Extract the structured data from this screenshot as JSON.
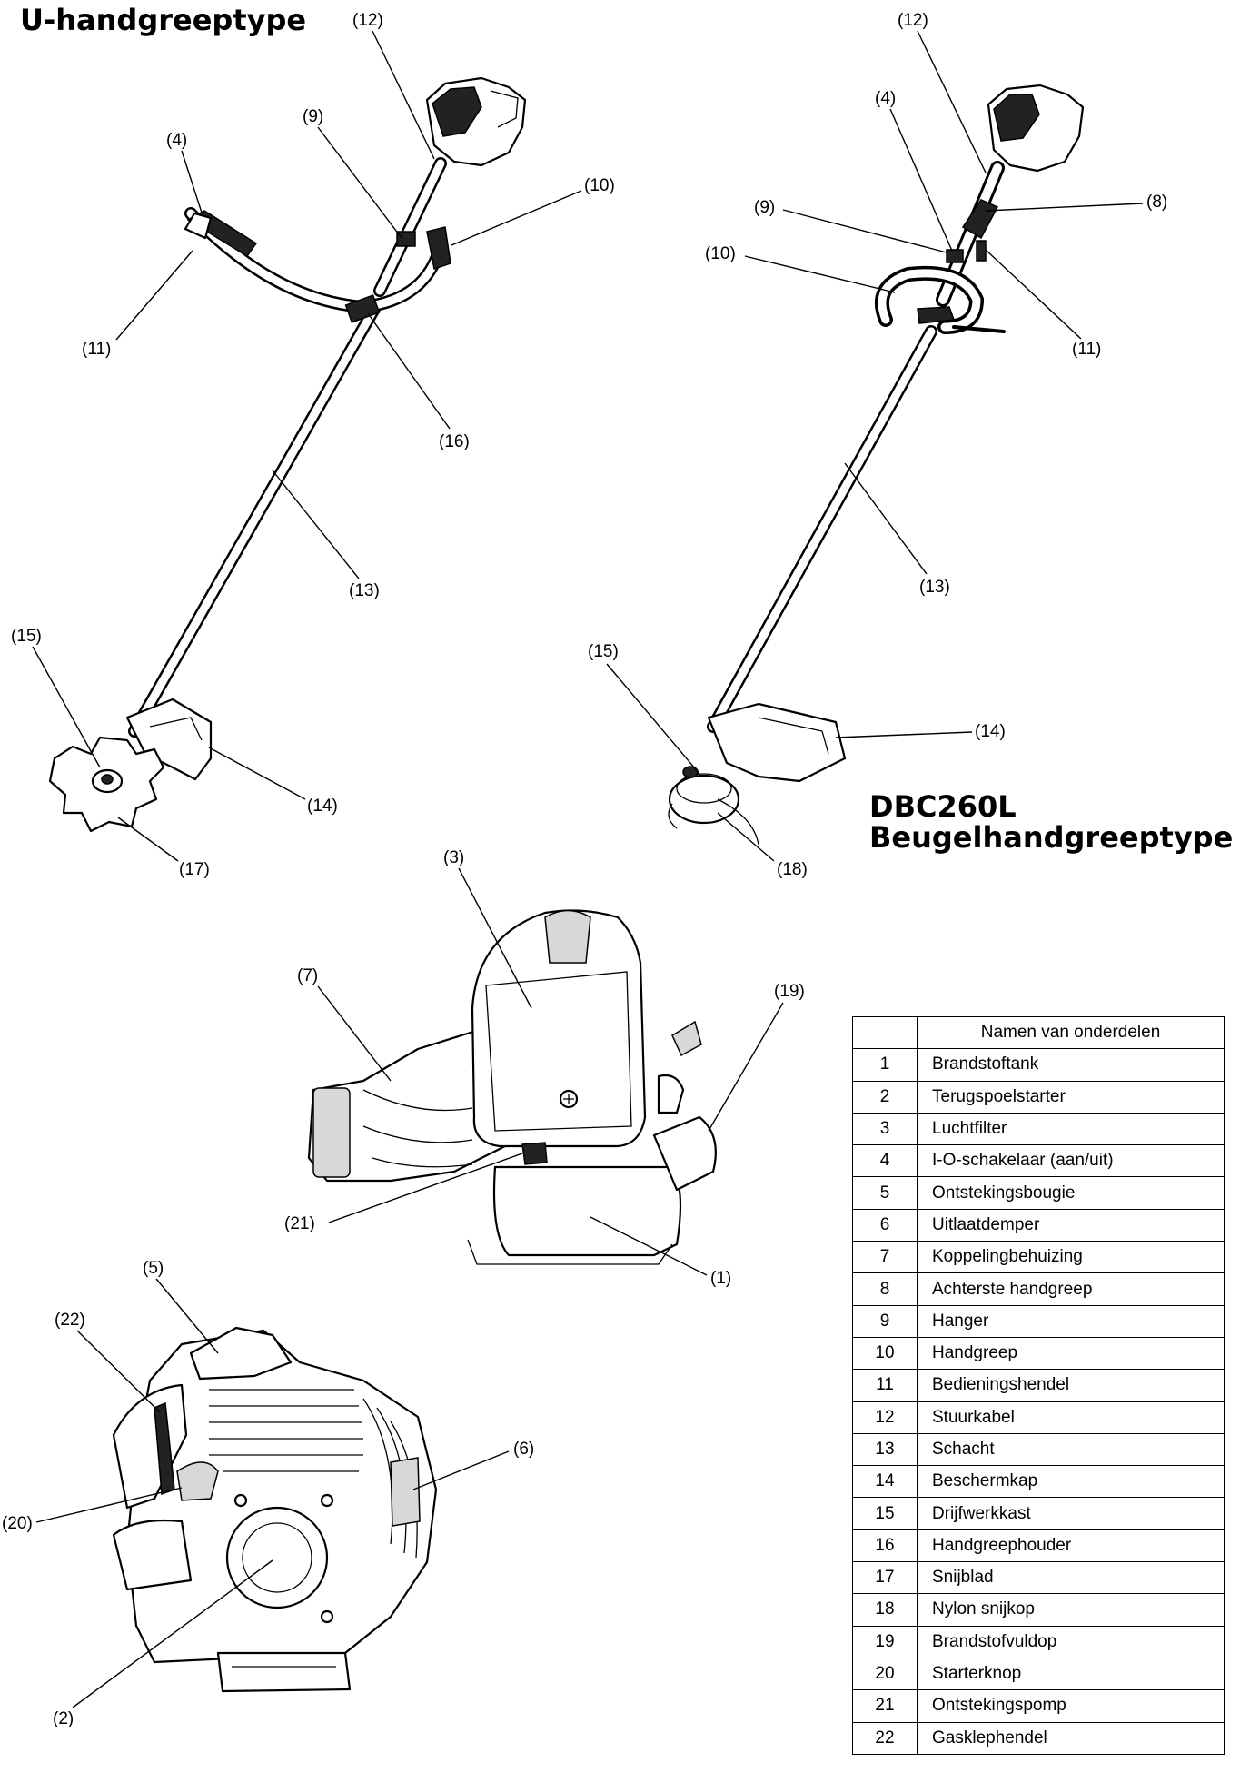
{
  "titles": {
    "u_handle": "U-handgreeptype",
    "model": "DBC260L",
    "loop_handle": "Beugelhandgreeptype"
  },
  "callouts": {
    "u_handle": [
      "(12)",
      "(9)",
      "(4)",
      "(10)",
      "(11)",
      "(16)",
      "(13)",
      "(15)",
      "(14)",
      "(17)"
    ],
    "loop_handle": [
      "(12)",
      "(4)",
      "(9)",
      "(8)",
      "(10)",
      "(11)",
      "(13)",
      "(15)",
      "(14)",
      "(18)"
    ],
    "engine_side": [
      "(3)",
      "(7)",
      "(19)",
      "(21)",
      "(1)"
    ],
    "engine_front": [
      "(5)",
      "(22)",
      "(6)",
      "(20)",
      "(2)"
    ]
  },
  "parts_table": {
    "header": "Namen van onderdelen",
    "rows": [
      {
        "num": "1",
        "name": "Brandstoftank"
      },
      {
        "num": "2",
        "name": "Terugspoelstarter"
      },
      {
        "num": "3",
        "name": "Luchtfilter"
      },
      {
        "num": "4",
        "name": "I-O-schakelaar (aan/uit)"
      },
      {
        "num": "5",
        "name": "Ontstekingsbougie"
      },
      {
        "num": "6",
        "name": "Uitlaatdemper"
      },
      {
        "num": "7",
        "name": "Koppelingbehuizing"
      },
      {
        "num": "8",
        "name": "Achterste handgreep"
      },
      {
        "num": "9",
        "name": "Hanger"
      },
      {
        "num": "10",
        "name": "Handgreep"
      },
      {
        "num": "11",
        "name": "Bedieningshendel"
      },
      {
        "num": "12",
        "name": "Stuurkabel"
      },
      {
        "num": "13",
        "name": "Schacht"
      },
      {
        "num": "14",
        "name": "Beschermkap"
      },
      {
        "num": "15",
        "name": "Drijfwerkkast"
      },
      {
        "num": "16",
        "name": "Handgreephouder"
      },
      {
        "num": "17",
        "name": "Snijblad"
      },
      {
        "num": "18",
        "name": "Nylon snijkop"
      },
      {
        "num": "19",
        "name": "Brandstofvuldop"
      },
      {
        "num": "20",
        "name": "Starterknop"
      },
      {
        "num": "21",
        "name": "Ontstekingspomp"
      },
      {
        "num": "22",
        "name": "Gasklephendel"
      }
    ]
  }
}
